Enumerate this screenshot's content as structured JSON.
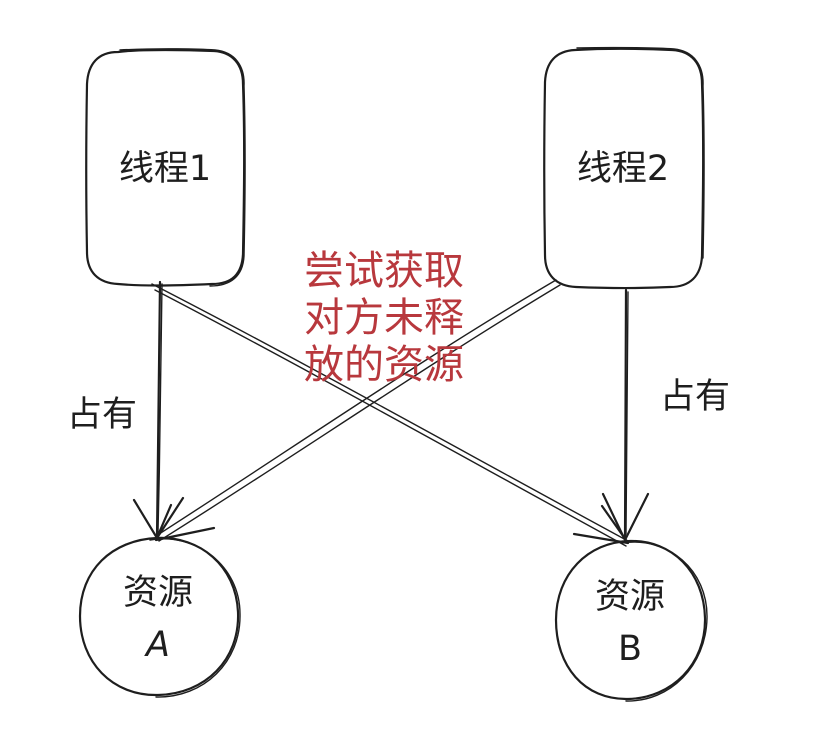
{
  "nodes": {
    "thread1": {
      "label": "线程1"
    },
    "thread2": {
      "label": "线程2"
    },
    "resource_a": {
      "label_line1": "资源",
      "label_line2": "A"
    },
    "resource_b": {
      "label_line1": "资源",
      "label_line2": "B"
    }
  },
  "edges": {
    "hold_left": {
      "label": "占有"
    },
    "hold_right": {
      "label": "占有"
    },
    "cross_request": {
      "lines": [
        "尝试获取",
        "对方未释",
        "放的资源"
      ],
      "color": "#b8383d"
    }
  },
  "colors": {
    "stroke": "#1e1e1e",
    "background": "#ffffff"
  }
}
